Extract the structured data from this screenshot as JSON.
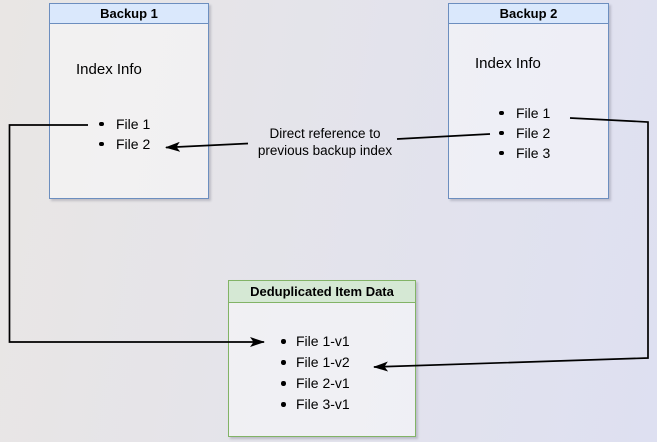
{
  "colors": {
    "blue_border": "#6c8ebf",
    "blue_header": "#dae8fc",
    "green_border": "#82b366",
    "green_header": "#d5e8d4",
    "arrow": "#000000",
    "bg_top_left": "#e9e6e4",
    "bg_bottom_right": "#dee0f1"
  },
  "backup1": {
    "title": "Backup 1",
    "label": "Index Info",
    "files": [
      "File 1",
      "File 2"
    ]
  },
  "backup2": {
    "title": "Backup 2",
    "label": "Index Info",
    "files": [
      "File 1",
      "File 2",
      "File 3"
    ]
  },
  "dedup": {
    "title": "Deduplicated Item Data",
    "files": [
      "File 1-v1",
      "File 1-v2",
      "File 2-v1",
      "File 3-v1"
    ]
  },
  "annotation": {
    "line1": "Direct reference to",
    "line2": "previous backup index"
  }
}
